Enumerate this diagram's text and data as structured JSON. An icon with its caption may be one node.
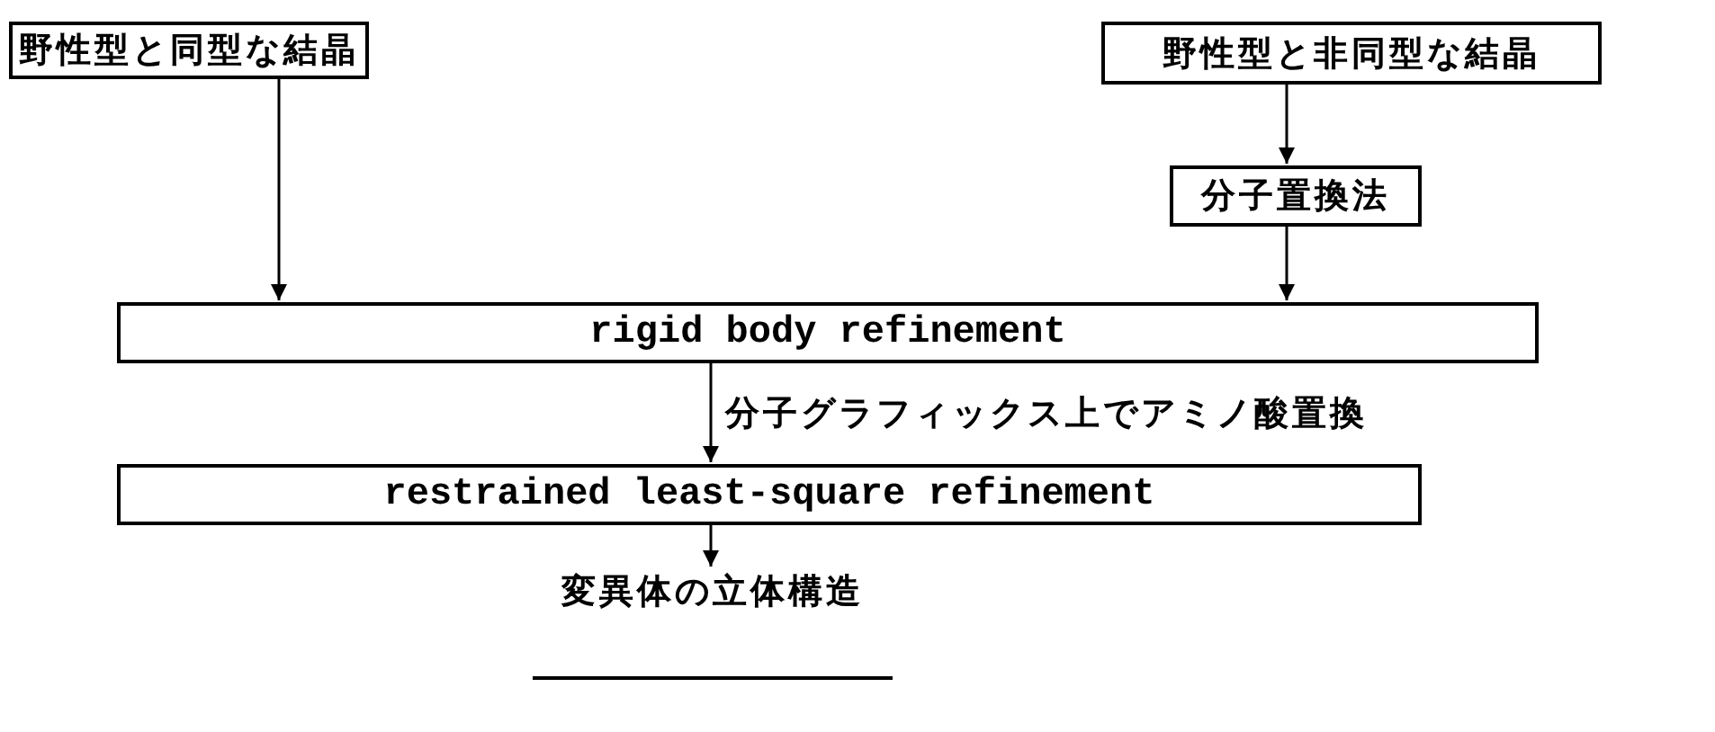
{
  "diagram": {
    "nodes": [
      {
        "text": [
          "野性型と同型な結晶"
        ]
      },
      {
        "text": [
          "野性型と非同型な結晶"
        ]
      },
      {
        "text": [
          "分子置換法"
        ]
      },
      {
        "text": [
          "rigid body refinement"
        ]
      },
      {
        "text": [
          "restrained least-square refinement"
        ]
      },
      {
        "text": [
          "変異体の立体構造"
        ]
      }
    ],
    "edges": [
      {
        "from": 0,
        "to": 3,
        "arrow": "to"
      },
      {
        "from": 1,
        "to": 2,
        "arrow": "to"
      },
      {
        "from": 2,
        "to": 3,
        "arrow": "to"
      },
      {
        "from": 3,
        "to": 4,
        "arrow": "to",
        "label": "分子グラフィックス上でアミノ酸置換"
      },
      {
        "from": 4,
        "to": 5,
        "arrow": "to"
      }
    ]
  }
}
